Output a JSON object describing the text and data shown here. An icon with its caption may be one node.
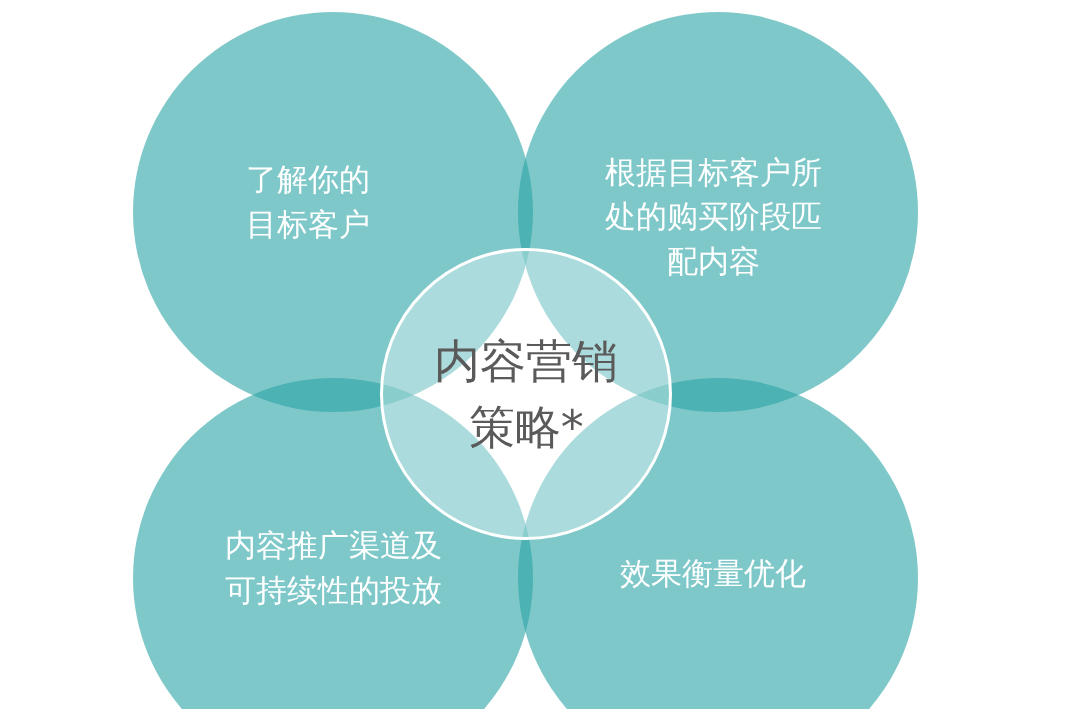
{
  "diagram": {
    "nodes": [
      {
        "text": [
          "了解你的目标客户"
        ]
      },
      {
        "text": [
          "根据目标客户所处的购买阶段匹配内容"
        ]
      },
      {
        "text": [
          "内容营销策略*"
        ]
      },
      {
        "text": [
          "内容推广渠道及可持续性的投放"
        ]
      },
      {
        "text": [
          "效果衡量优化"
        ]
      }
    ]
  }
}
